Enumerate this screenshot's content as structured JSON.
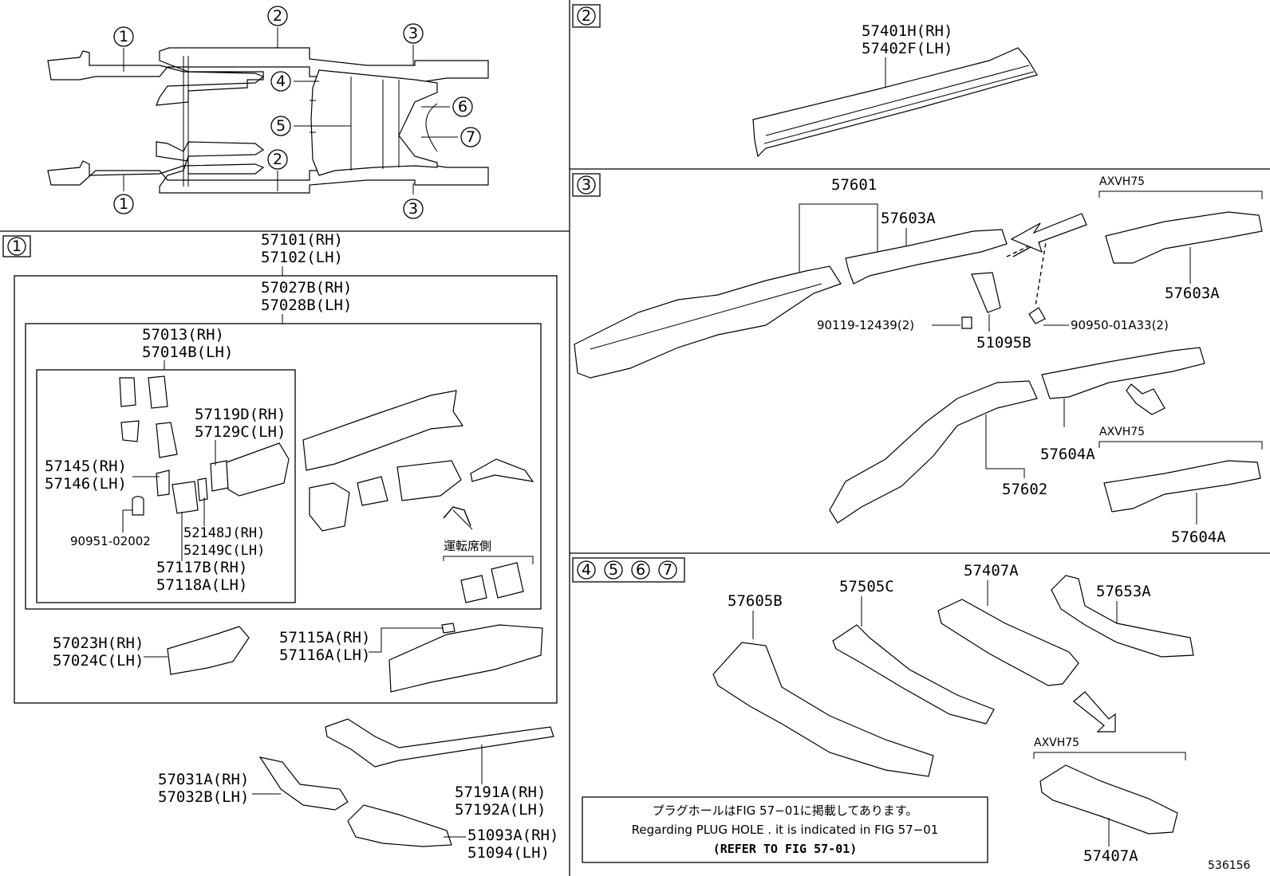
{
  "callouts": {
    "c1": "1",
    "c2": "2",
    "c3": "3",
    "c4": "4",
    "c5": "5",
    "c6": "6",
    "c7": "7"
  },
  "sec1": {
    "p57101": "57101(RH)",
    "p57102": "57102(LH)",
    "p57027": "57027B(RH)",
    "p57028": "57028B(LH)",
    "p57013": "57013(RH)",
    "p57014": "57014B(LH)",
    "p57119": "57119D(RH)",
    "p57129": "57129C(LH)",
    "p57145": "57145(RH)",
    "p57146": "57146(LH)",
    "p90951": "90951-02002",
    "p52148": "52148J(RH)",
    "p52149": "52149C(LH)",
    "p57117": "57117B(RH)",
    "p57118": "57118A(LH)",
    "jp_driver": "運転席側",
    "p57023": "57023H(RH)",
    "p57024": "57024C(LH)",
    "p57115": "57115A(RH)",
    "p57116": "57116A(LH)",
    "p57031": "57031A(RH)",
    "p57032": "57032B(LH)",
    "p57191": "57191A(RH)",
    "p57192": "57192A(LH)",
    "p51093": "51093A(RH)",
    "p51094": "51094(LH)"
  },
  "sec2": {
    "p57401": "57401H(RH)",
    "p57402": "57402F(LH)"
  },
  "sec3": {
    "p57601": "57601",
    "p57603a_1": "57603A",
    "p57603a_2": "57603A",
    "axvh75_1": "AXVH75",
    "axvh75_2": "AXVH75",
    "p90119": "90119-12439(2)",
    "p90950": "90950-01A33(2)",
    "p51095": "51095B",
    "p57604a_1": "57604A",
    "p57604a_2": "57604A",
    "p57602": "57602"
  },
  "sec4": {
    "p57605": "57605B",
    "p57505": "57505C",
    "p57407_1": "57407A",
    "p57653": "57653A",
    "axvh75": "AXVH75",
    "p57407_2": "57407A",
    "note_jp": "プラグホールはFIG 57−01に掲載してあります。",
    "note_en": "Regarding PLUG HOLE . it is indicated in FIG 57−01",
    "note_ref": "(REFER TO FIG 57-01)"
  },
  "figure_id": "536156"
}
